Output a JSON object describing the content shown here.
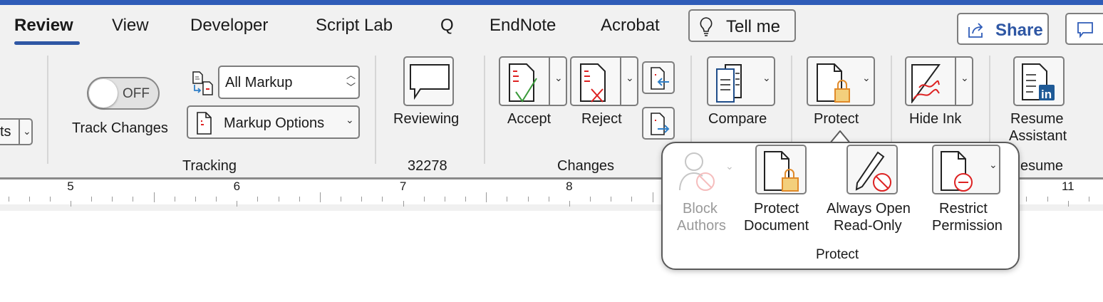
{
  "tabs": [
    {
      "label": "Review",
      "active": true
    },
    {
      "label": "View"
    },
    {
      "label": "Developer"
    },
    {
      "label": "Script Lab"
    },
    {
      "label": "Q"
    },
    {
      "label": "EndNote"
    },
    {
      "label": "Acrobat"
    }
  ],
  "tell_me": "Tell me",
  "share": "Share",
  "accent": "#2f5cb8",
  "partial_left": "ts",
  "tracking": {
    "toggle_state": "OFF",
    "track_changes": "Track Changes",
    "display_select": "All Markup",
    "markup_options": "Markup Options",
    "group": "Tracking"
  },
  "reviewing": {
    "label": "Reviewing",
    "group": "32278"
  },
  "changes": {
    "accept": "Accept",
    "reject": "Reject",
    "group": "Changes"
  },
  "compare": {
    "label": "Compare"
  },
  "protect": {
    "label": "Protect"
  },
  "ink": {
    "label": "Hide Ink"
  },
  "resume": {
    "line1": "Resume",
    "line2": "Assistant",
    "group_partial": "esume"
  },
  "ruler": [
    5,
    6,
    7,
    8,
    11
  ],
  "popup": {
    "items": [
      {
        "l1": "Block",
        "l2": "Authors",
        "disabled": true
      },
      {
        "l1": "Protect",
        "l2": "Document"
      },
      {
        "l1": "Always Open",
        "l2": "Read-Only"
      },
      {
        "l1": "Restrict",
        "l2": "Permission"
      }
    ],
    "group": "Protect"
  }
}
